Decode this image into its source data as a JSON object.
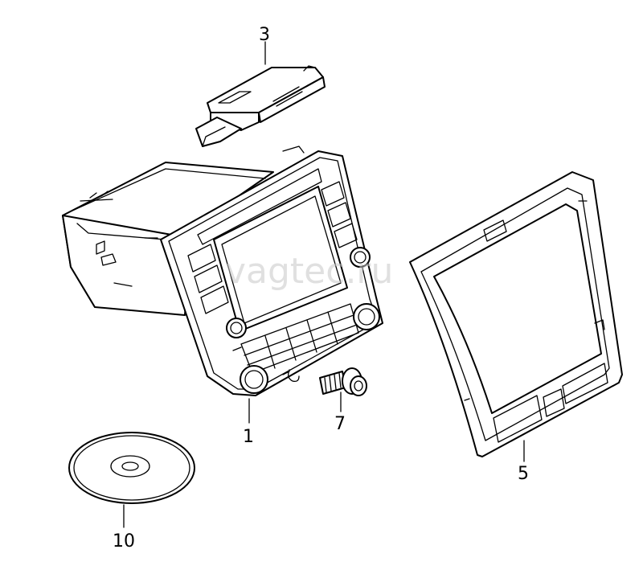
{
  "watermark": "vagtec.ru",
  "parts": [
    {
      "id": "part-1",
      "label": "1"
    },
    {
      "id": "part-3",
      "label": "3"
    },
    {
      "id": "part-5",
      "label": "5"
    },
    {
      "id": "part-7",
      "label": "7"
    },
    {
      "id": "part-10",
      "label": "10"
    }
  ]
}
